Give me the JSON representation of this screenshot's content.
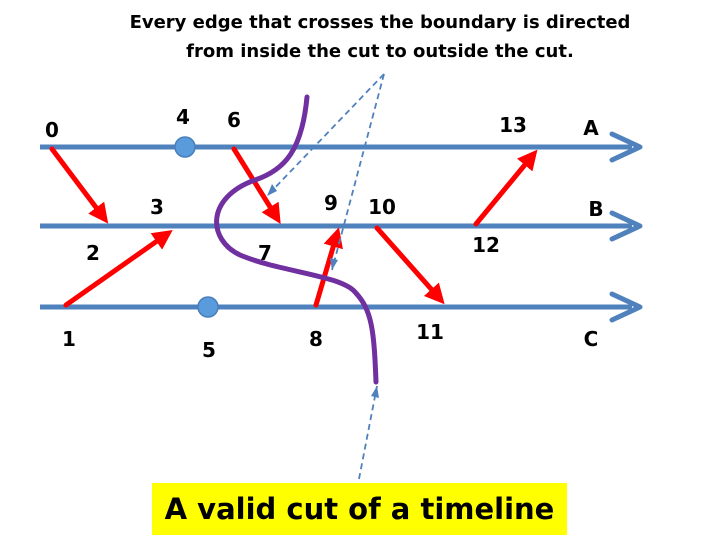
{
  "annotation": {
    "line1": "Every edge that crosses the boundary is directed",
    "line2": "from inside the cut to outside the cut."
  },
  "caption": "A valid cut of a timeline",
  "timelines": [
    {
      "id": "A",
      "label": "A"
    },
    {
      "id": "B",
      "label": "B"
    },
    {
      "id": "C",
      "label": "C"
    }
  ],
  "events": [
    {
      "id": "0",
      "label": "0",
      "line": "A",
      "marker": false
    },
    {
      "id": "4",
      "label": "4",
      "line": "A",
      "marker": true
    },
    {
      "id": "6",
      "label": "6",
      "line": "A",
      "marker": false
    },
    {
      "id": "13",
      "label": "13",
      "line": "A",
      "marker": false
    },
    {
      "id": "2",
      "label": "2",
      "line": "B",
      "marker": false
    },
    {
      "id": "3",
      "label": "3",
      "line": "B",
      "marker": false
    },
    {
      "id": "7",
      "label": "7",
      "line": "B",
      "marker": false
    },
    {
      "id": "9",
      "label": "9",
      "line": "B",
      "marker": false
    },
    {
      "id": "10",
      "label": "10",
      "line": "B",
      "marker": false
    },
    {
      "id": "12",
      "label": "12",
      "line": "B",
      "marker": false
    },
    {
      "id": "1",
      "label": "1",
      "line": "C",
      "marker": false
    },
    {
      "id": "5",
      "label": "5",
      "line": "C",
      "marker": true
    },
    {
      "id": "8",
      "label": "8",
      "line": "C",
      "marker": false
    },
    {
      "id": "11",
      "label": "11",
      "line": "C",
      "marker": false
    }
  ],
  "messages": [
    {
      "from": "0",
      "to": "2"
    },
    {
      "from": "1",
      "to": "3"
    },
    {
      "from": "6",
      "to": "7"
    },
    {
      "from": "8",
      "to": "9"
    },
    {
      "from": "10",
      "to": "11"
    },
    {
      "from": "12",
      "to": "13"
    }
  ],
  "colors": {
    "timeline": "#4f81bd",
    "message": "#ff0000",
    "cut": "#7030a0",
    "marker": "#5a9bdc",
    "pointer": "#4f81bd",
    "caption_bg": "#ffff00"
  }
}
